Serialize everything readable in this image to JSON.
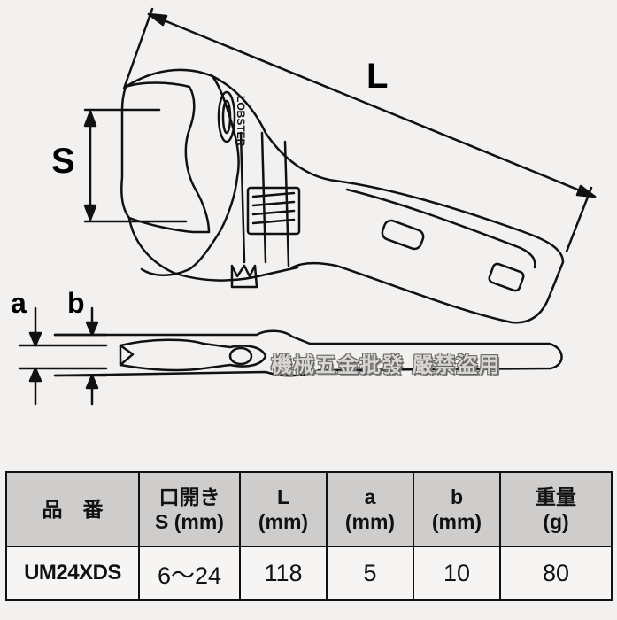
{
  "dimension_labels": {
    "L": "L",
    "S": "S",
    "a": "a",
    "b": "b"
  },
  "brand_mark": "LOBSTER",
  "watermark": "機械五金批發 嚴禁盜用",
  "table": {
    "headers": [
      {
        "line1": "品　番",
        "line2": ""
      },
      {
        "line1": "口開き",
        "line2": "S (mm)"
      },
      {
        "line1": "L",
        "line2": "(mm)"
      },
      {
        "line1": "a",
        "line2": "(mm)"
      },
      {
        "line1": "b",
        "line2": "(mm)"
      },
      {
        "line1": "重量",
        "line2": "(g)"
      }
    ],
    "row": {
      "model": "UM24XDS",
      "opening": "6～24",
      "L": "118",
      "a": "5",
      "b": "10",
      "weight": "80"
    }
  }
}
